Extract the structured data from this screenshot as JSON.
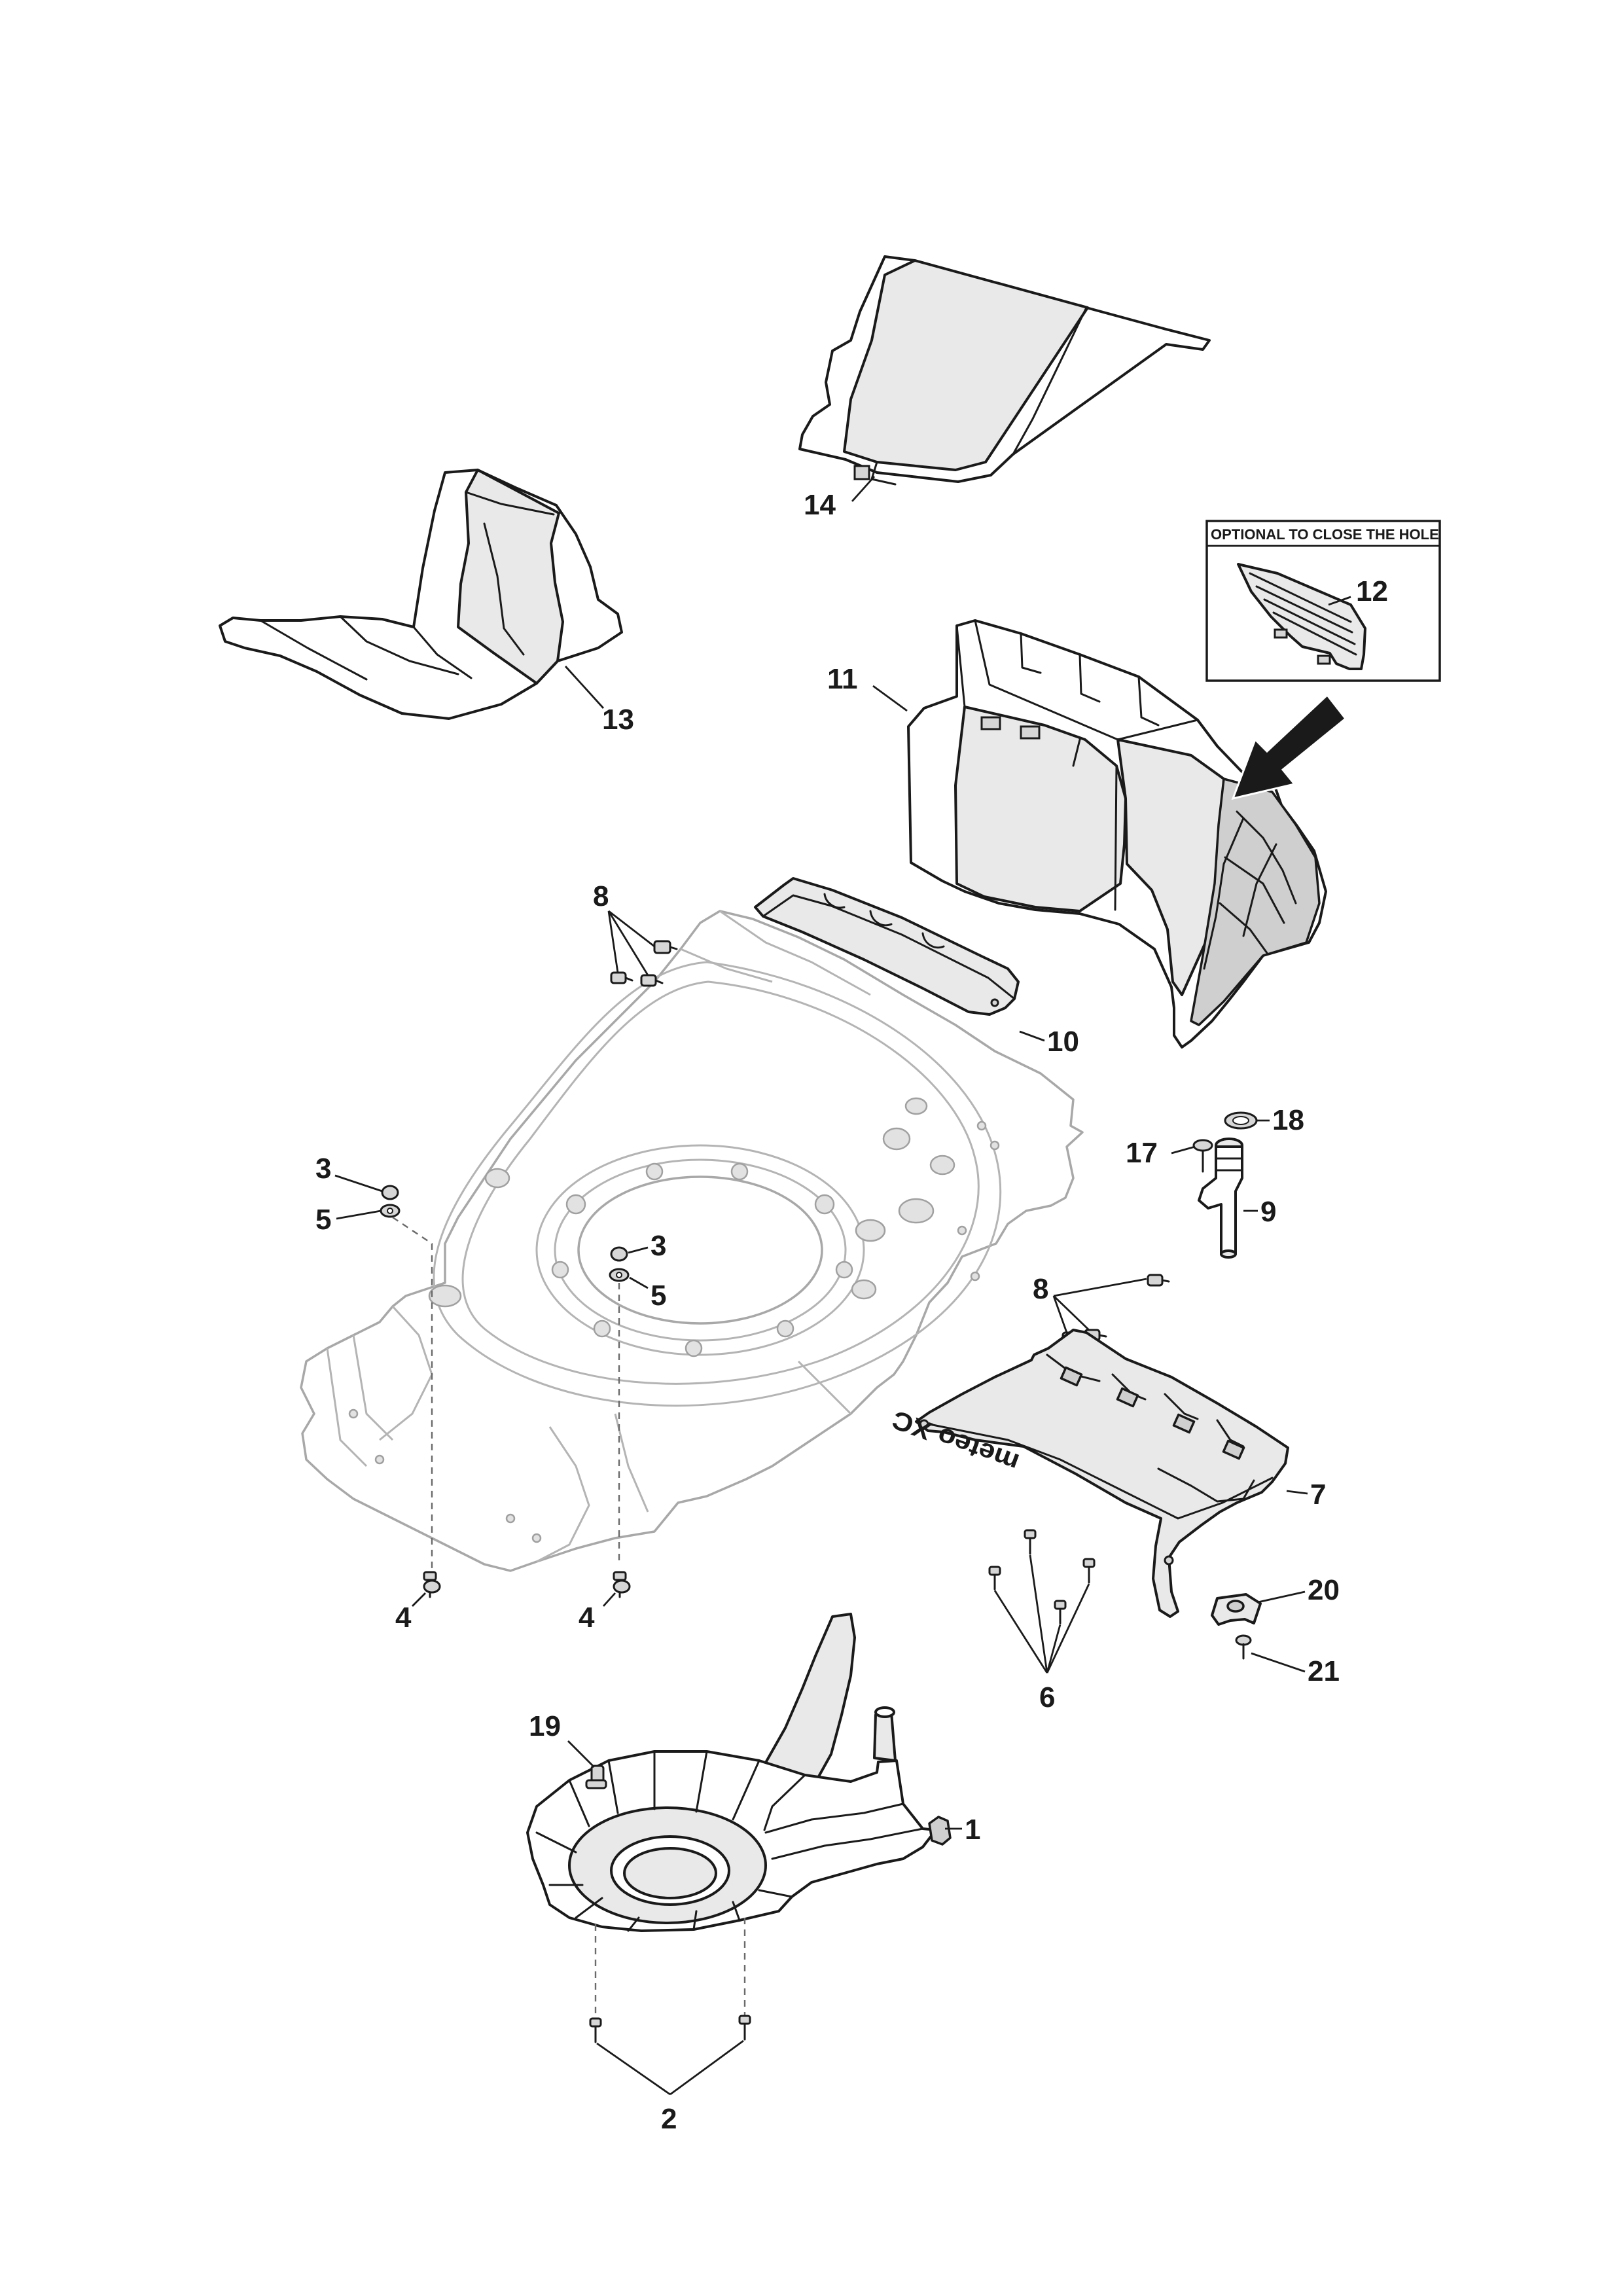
{
  "optional_box": {
    "title": "OPTIONAL TO CLOSE THE HOLE"
  },
  "deck_logo": {
    "text": "meteo XC"
  },
  "callouts": {
    "c1": "1",
    "c2": "2",
    "c3a": "3",
    "c3b": "3",
    "c4a": "4",
    "c4b": "4",
    "c5a": "5",
    "c5b": "5",
    "c6": "6",
    "c7": "7",
    "c8a": "8",
    "c8b": "8",
    "c9": "9",
    "c10": "10",
    "c11": "11",
    "c12": "12",
    "c13": "13",
    "c14": "14",
    "c17": "17",
    "c18": "18",
    "c19": "19",
    "c20": "20",
    "c21": "21"
  },
  "colors": {
    "line": "#1a1a1a",
    "deck_outline": "#a8a8a8",
    "shade": "#e9e9e9",
    "background": "#ffffff"
  }
}
